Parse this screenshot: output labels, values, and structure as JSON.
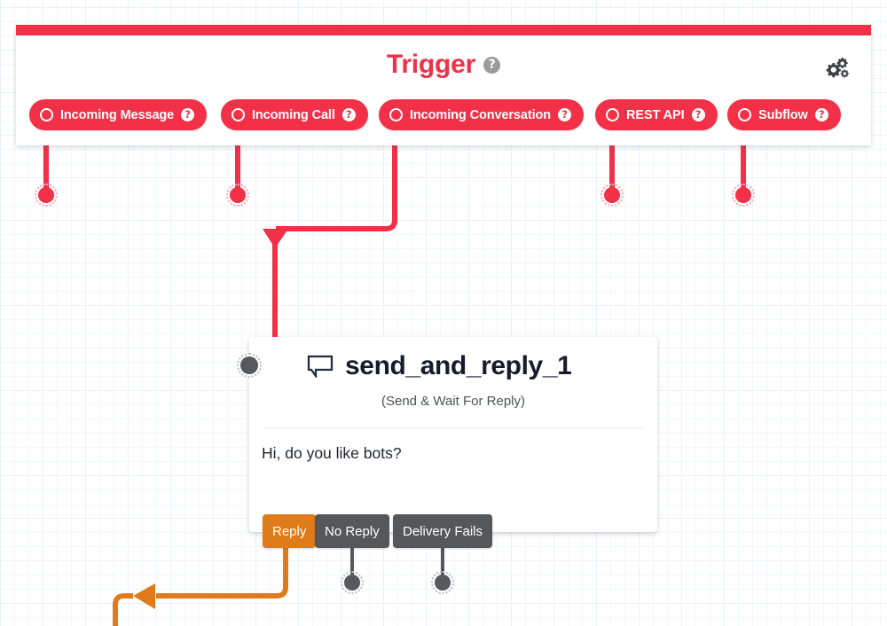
{
  "theme": {
    "accent_red": "#f23047",
    "accent_orange": "#e07b1c",
    "dark_gray": "#55585b",
    "grid_line": "#e8f1fb"
  },
  "trigger_panel": {
    "title": "Trigger",
    "title_help_label": "?",
    "settings_icon": "gears-icon",
    "pills": [
      {
        "label": "Incoming Message",
        "help_label": "?",
        "icon": "radio-circle-icon"
      },
      {
        "label": "Incoming Call",
        "help_label": "?",
        "icon": "radio-circle-icon"
      },
      {
        "label": "Incoming Conversation",
        "help_label": "?",
        "icon": "radio-circle-icon"
      },
      {
        "label": "REST API",
        "help_label": "?",
        "icon": "radio-circle-icon"
      },
      {
        "label": "Subflow",
        "help_label": "?",
        "icon": "radio-circle-icon"
      }
    ]
  },
  "node": {
    "icon": "speech-bubble-icon",
    "title": "send_and_reply_1",
    "subtitle": "(Send & Wait For Reply)",
    "message": "Hi, do you like bots?",
    "outcomes": [
      {
        "label": "Reply",
        "color": "#e07b1c"
      },
      {
        "label": "No Reply",
        "color": "#55585b"
      },
      {
        "label": "Delivery Fails",
        "color": "#55585b"
      }
    ]
  },
  "connectors": {
    "trigger_endpoints": 4,
    "outcome_endpoints": 2
  }
}
